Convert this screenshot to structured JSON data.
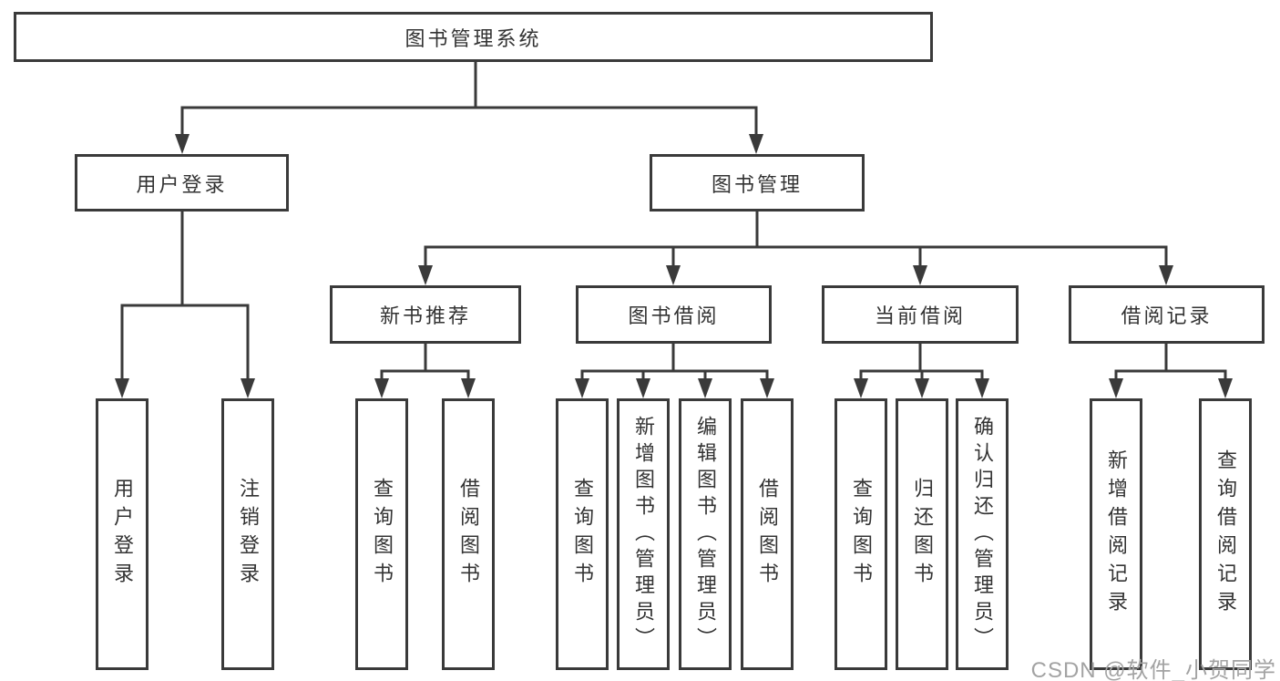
{
  "tree": {
    "label": "图书管理系统",
    "children": [
      {
        "label": "用户登录",
        "children": [
          {
            "label": "用户登录"
          },
          {
            "label": "注销登录"
          }
        ]
      },
      {
        "label": "图书管理",
        "children": [
          {
            "label": "新书推荐",
            "children": [
              {
                "label": "查询图书"
              },
              {
                "label": "借阅图书"
              }
            ]
          },
          {
            "label": "图书借阅",
            "children": [
              {
                "label": "查询图书"
              },
              {
                "label": "新增图书（管理员）"
              },
              {
                "label": "编辑图书（管理员）"
              },
              {
                "label": "借阅图书"
              }
            ]
          },
          {
            "label": "当前借阅",
            "children": [
              {
                "label": "查询图书"
              },
              {
                "label": "归还图书"
              },
              {
                "label": "确认归还（管理员）"
              }
            ]
          },
          {
            "label": "借阅记录",
            "children": [
              {
                "label": "新增借阅记录"
              },
              {
                "label": "查询借阅记录"
              }
            ]
          }
        ]
      }
    ]
  },
  "watermark": "CSDN @软件_小贺同学",
  "colors": {
    "line": "#3a3a3a",
    "text": "#333333",
    "background": "#ffffff",
    "watermark": "#a3a3a3"
  }
}
